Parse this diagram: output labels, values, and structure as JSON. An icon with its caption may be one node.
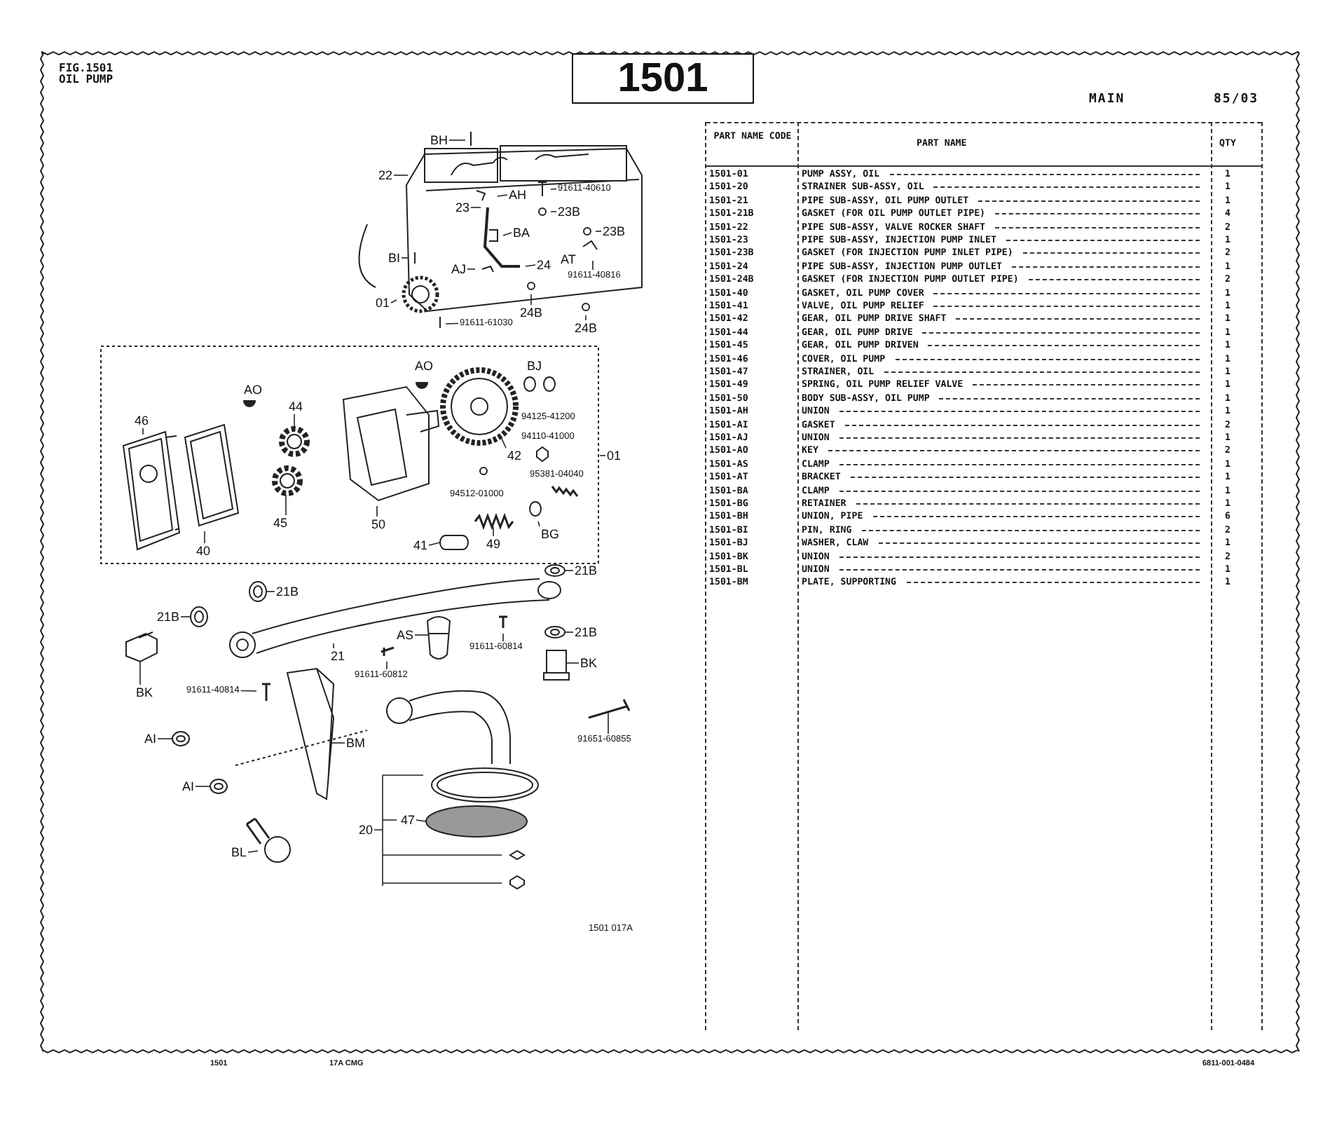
{
  "diagram": {
    "nodes": [
      {
        "text": [
          "BH"
        ]
      },
      {
        "text": [
          "22"
        ]
      },
      {
        "text": [
          "AH"
        ]
      },
      {
        "text": [
          "91611-40610"
        ]
      },
      {
        "text": [
          "23"
        ]
      },
      {
        "text": [
          "23B"
        ]
      },
      {
        "text": [
          "BA"
        ]
      },
      {
        "text": [
          "23B"
        ]
      },
      {
        "text": [
          "BI"
        ]
      },
      {
        "text": [
          "AJ"
        ]
      },
      {
        "text": [
          "24"
        ]
      },
      {
        "text": [
          "91611-40816"
        ]
      },
      {
        "text": [
          "01"
        ]
      },
      {
        "text": [
          "24B"
        ]
      },
      {
        "text": [
          "24B"
        ]
      },
      {
        "text": [
          "91611-61030"
        ]
      },
      {
        "text": [
          "46"
        ]
      },
      {
        "text": [
          "44"
        ]
      },
      {
        "text": [
          "42"
        ]
      },
      {
        "text": [
          "01"
        ]
      },
      {
        "text": [
          "40"
        ]
      },
      {
        "text": [
          "45"
        ]
      },
      {
        "text": [
          "50"
        ]
      },
      {
        "text": [
          "41"
        ]
      },
      {
        "text": [
          "49"
        ]
      },
      {
        "text": [
          "BG"
        ]
      },
      {
        "text": [
          "21B"
        ]
      },
      {
        "text": [
          "21B"
        ]
      },
      {
        "text": [
          "21B"
        ]
      },
      {
        "text": [
          "21B"
        ]
      },
      {
        "text": [
          "21"
        ]
      },
      {
        "text": [
          "AS"
        ]
      },
      {
        "text": [
          "91611-60814"
        ]
      },
      {
        "text": [
          "BK"
        ]
      },
      {
        "text": [
          "BK"
        ]
      },
      {
        "text": [
          "91611-60812"
        ]
      },
      {
        "text": [
          "91611-40814"
        ]
      },
      {
        "text": [
          "AI"
        ]
      },
      {
        "text": [
          "BM"
        ]
      },
      {
        "text": [
          "AI"
        ]
      },
      {
        "text": [
          "91651-60855"
        ]
      },
      {
        "text": [
          "20"
        ]
      },
      {
        "text": [
          "47"
        ]
      },
      {
        "text": [
          "BL"
        ]
      },
      {
        "text": [],
        "shape": "picture"
      },
      {
        "text": [],
        "shape": "picture"
      },
      {
        "text": [],
        "shape": "picture"
      },
      {
        "text": [],
        "shape": "picture"
      },
      {
        "text": [],
        "shape": "picture"
      },
      {
        "text": [],
        "shape": "picture"
      },
      {
        "text": [],
        "shape": "picture"
      },
      {
        "text": [],
        "shape": "picture"
      },
      {
        "text": [],
        "shape": "picture"
      },
      {
        "text": [],
        "shape": "picture"
      },
      {
        "text": [],
        "shape": "picture"
      },
      {
        "text": [],
        "shape": "picture"
      },
      {
        "text": [],
        "shape": "picture"
      },
      {
        "text": [],
        "shape": "circle"
      },
      {
        "text": [],
        "shape": "picture"
      },
      {
        "text": [],
        "shape": "picture"
      },
      {
        "text": [],
        "shape": "picture"
      }
    ],
    "edges": [
      {
        "from": 0,
        "to": null,
        "arrow": "none"
      },
      {
        "from": 1,
        "to": null,
        "arrow": "none"
      },
      {
        "from": 2,
        "to": null,
        "arrow": "none"
      },
      {
        "from": 3,
        "to": null,
        "arrow": "none"
      },
      {
        "from": 4,
        "to": null,
        "arrow": "none"
      },
      {
        "from": 5,
        "to": null,
        "arrow": "none"
      },
      {
        "from": 6,
        "to": null,
        "arrow": "none"
      },
      {
        "from": 7,
        "to": null,
        "arrow": "none"
      },
      {
        "from": 8,
        "to": null,
        "arrow": "none"
      },
      {
        "from": 9,
        "to": null,
        "arrow": "none"
      },
      {
        "from": 10,
        "to": null,
        "arrow": "none"
      },
      {
        "from": 11,
        "to": null,
        "arrow": "none"
      },
      {
        "from": 12,
        "to": null,
        "arrow": "none"
      },
      {
        "from": 13,
        "to": null,
        "arrow": "none"
      },
      {
        "from": 14,
        "to": null,
        "arrow": "none"
      },
      {
        "from": 15,
        "to": null,
        "arrow": "none"
      },
      {
        "from": 16,
        "to": null,
        "arrow": "none"
      },
      {
        "from": 17,
        "to": 58,
        "arrow": "none"
      },
      {
        "from": 18,
        "to": 44,
        "arrow": "none"
      },
      {
        "from": 19,
        "to": null,
        "arrow": "none"
      },
      {
        "from": 20,
        "to": null,
        "arrow": "none"
      },
      {
        "from": 21,
        "to": 45,
        "arrow": "none"
      },
      {
        "from": 22,
        "to": null,
        "arrow": "none"
      },
      {
        "from": 23,
        "to": 46,
        "arrow": "none"
      },
      {
        "from": 24,
        "to": 59,
        "arrow": "none"
      },
      {
        "from": 25,
        "to": null,
        "arrow": "none"
      },
      {
        "from": 26,
        "to": 47,
        "arrow": "none"
      },
      {
        "from": 27,
        "to": 48,
        "arrow": "none"
      },
      {
        "from": 28,
        "to": 49,
        "arrow": "none"
      },
      {
        "from": 29,
        "to": 50,
        "arrow": "none"
      },
      {
        "from": 30,
        "to": null,
        "arrow": "none"
      },
      {
        "from": 31,
        "to": 51,
        "arrow": "none"
      },
      {
        "from": 32,
        "to": null,
        "arrow": "none"
      },
      {
        "from": 33,
        "to": 52,
        "arrow": "none"
      },
      {
        "from": 34,
        "to": 53,
        "arrow": "none"
      },
      {
        "from": 35,
        "to": null,
        "arrow": "none"
      },
      {
        "from": 36,
        "to": null,
        "arrow": "none"
      },
      {
        "from": 37,
        "to": 54,
        "arrow": "none"
      },
      {
        "from": 38,
        "to": 55,
        "arrow": "none"
      },
      {
        "from": 39,
        "to": 56,
        "arrow": "none"
      },
      {
        "from": 40,
        "to": 60,
        "arrow": "none"
      },
      {
        "from": 41,
        "to": null,
        "arrow": "none"
      },
      {
        "from": 42,
        "to": 57,
        "arrow": "none"
      },
      {
        "from": 43,
        "to": null,
        "arrow": "none"
      }
    ],
    "labels": [
      "FIG.1501",
      "OIL PUMP",
      "1501",
      "MAIN",
      "85/03",
      "AO",
      "AO",
      "BJ",
      "94125-41200",
      "94110-41000",
      "94512-01000",
      "95381-04040",
      "AT",
      "1501 017A",
      "PART NAME CODE",
      "PART NAME",
      "QTY",
      "1501-01",
      "PUMP ASSY, OIL",
      "1",
      "1501-20",
      "STRAINER SUB-ASSY, OIL",
      "1",
      "1501-21",
      "PIPE SUB-ASSY, OIL PUMP OUTLET",
      "1",
      "1501-21B",
      "GASKET (FOR OIL PUMP OUTLET PIPE)",
      "4",
      "1501-22",
      "PIPE SUB-ASSY, VALVE ROCKER SHAFT",
      "2",
      "1501-23",
      "PIPE SUB-ASSY, INJECTION PUMP INLET",
      "1",
      "1501-23B",
      "GASKET (FOR INJECTION PUMP INLET PIPE)",
      "2",
      "1501-24",
      "PIPE SUB-ASSY, INJECTION PUMP OUTLET",
      "1",
      "1501-24B",
      "GASKET (FOR INJECTION PUMP OUTLET PIPE)",
      "2",
      "1501-40",
      "GASKET, OIL PUMP COVER",
      "1",
      "1501-41",
      "VALVE, OIL PUMP RELIEF",
      "1",
      "1501-42",
      "GEAR, OIL PUMP DRIVE SHAFT",
      "1",
      "1501-44",
      "GEAR, OIL PUMP DRIVE",
      "1",
      "1501-45",
      "GEAR, OIL PUMP DRIVEN",
      "1",
      "1501-46",
      "COVER, OIL PUMP",
      "1",
      "1501-47",
      "STRAINER, OIL",
      "1",
      "1501-49",
      "SPRING, OIL PUMP RELIEF VALVE",
      "1",
      "1501-50",
      "BODY SUB-ASSY, OIL PUMP",
      "1",
      "1501-AH",
      "UNION",
      "1",
      "1501-AI",
      "GASKET",
      "2",
      "1501-AJ",
      "UNION",
      "1",
      "1501-AO",
      "KEY",
      "2",
      "1501-AS",
      "CLAMP",
      "1",
      "1501-AT",
      "BRACKET",
      "1",
      "1501-BA",
      "CLAMP",
      "1",
      "1501-BG",
      "RETAINER",
      "1",
      "1501-BH",
      "UNION, PIPE",
      "6",
      "1501-BI",
      "PIN, RING",
      "2",
      "1501-BJ",
      "WASHER, CLAW",
      "1",
      "1501-BK",
      "UNION",
      "2",
      "1501-BL",
      "UNION",
      "1",
      "1501-BM",
      "PLATE, SUPPORTING",
      "1",
      "1501",
      "17A CMG",
      "6811-001-0484"
    ]
  }
}
